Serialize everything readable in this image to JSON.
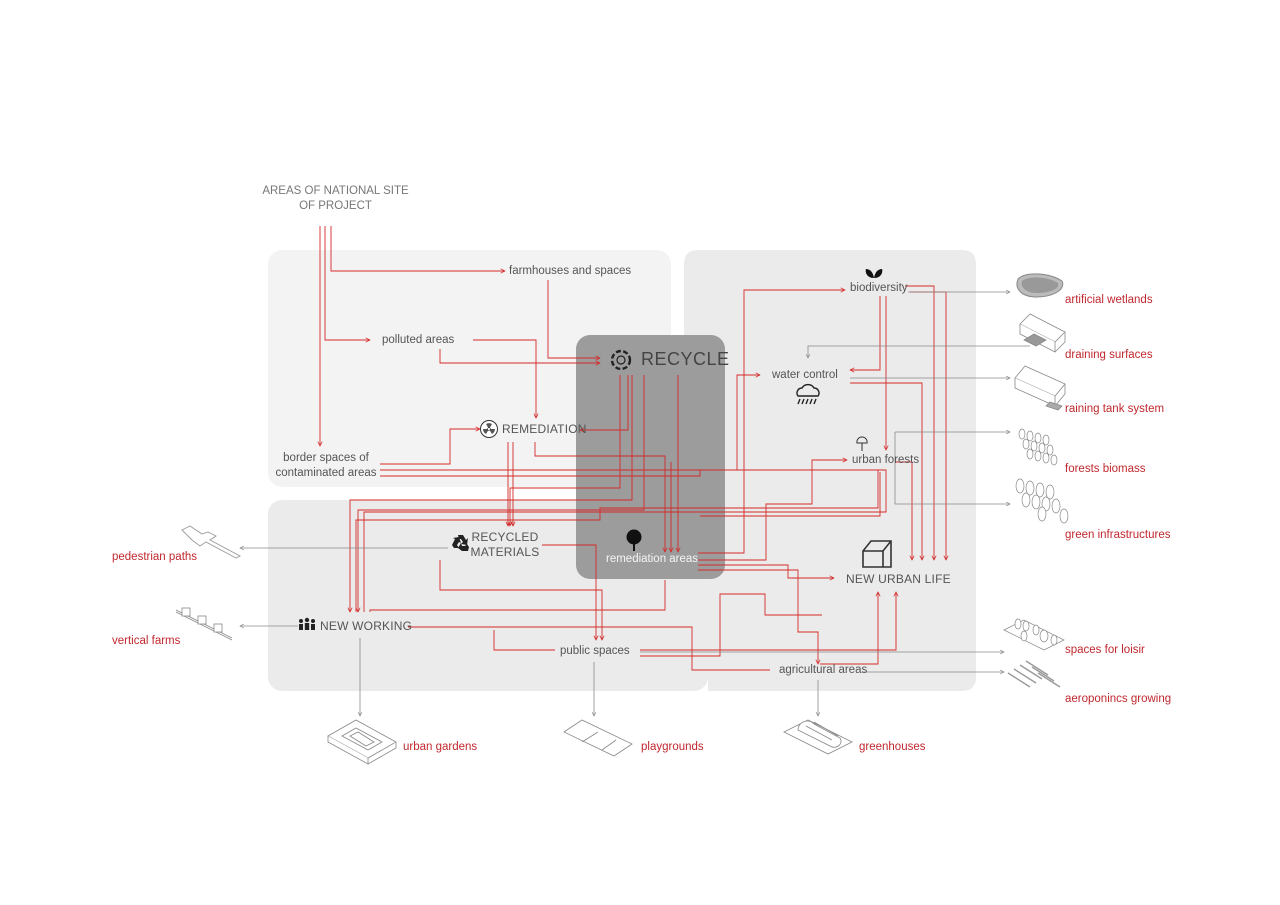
{
  "nodes": {
    "source": "AREAS OF NATIONAL SITE\nOF PROJECT",
    "farmhouses": "farmhouses and spaces",
    "polluted": "polluted areas",
    "remediation": "REMEDIATION",
    "border": "border spaces of\ncontaminated areas",
    "recycle": "RECYCLE",
    "recycled_materials": "RECYCLED\nMATERIALS",
    "remediation_areas": "remediation areas",
    "new_working": "NEW WORKING",
    "public_spaces": "public spaces",
    "agricultural": "agricultural areas",
    "biodiversity": "biodiversity",
    "water_control": "water control",
    "urban_forests": "urban forests",
    "new_urban_life": "NEW URBAN LIFE"
  },
  "outputs": {
    "artificial_wetlands": "artificial wetlands",
    "draining_surfaces": "draining surfaces",
    "raining_tank": "raining tank system",
    "forests_biomass": "forests biomass",
    "green_infrastructures": "green infrastructures",
    "spaces_loisir": "spaces for loisir",
    "aeroponics": "aeroponincs growing",
    "pedestrian_paths": "pedestrian paths",
    "vertical_farms": "vertical farms",
    "urban_gardens": "urban gardens",
    "playgrounds": "playgrounds",
    "greenhouses": "greenhouses"
  },
  "colors": {
    "accent_red": "#d42a2a",
    "gray_line": "#8a8a8a",
    "panel_light": "#f3f3f3",
    "panel_mid": "#ebebeb",
    "panel_dark": "#9c9c9c"
  },
  "icons": [
    "recycle-ring-icon",
    "radiation-icon",
    "recycle-arrows-icon",
    "tree-icon",
    "people-icon",
    "leaf-icon",
    "rain-cloud-icon",
    "small-tree-icon",
    "house-icon"
  ]
}
